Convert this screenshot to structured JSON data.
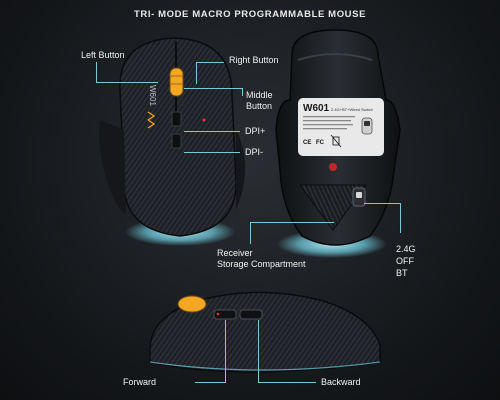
{
  "title": "TRI- MODE MACRO  PROGRAMMABLE MOUSE",
  "labels": {
    "left_button": "Left Button",
    "right_button": "Right Button",
    "middle_button_1": "Middle",
    "middle_button_2": "Button",
    "dpi_plus": "DPI+",
    "dpi_minus": "DPI-",
    "receiver_1": "Receiver",
    "receiver_2": "Storage Compartment",
    "mode_1": "2.4G",
    "mode_2": "OFF",
    "mode_3": "BT",
    "forward": "Forward",
    "backward": "Backward"
  },
  "product": {
    "model": "W601",
    "subtitle": "2.4G+BT+Wired Switch",
    "side_logo": "W601"
  },
  "colors": {
    "accent_orange": "#f5a623",
    "accent_cyan": "#7fe9ff",
    "body_dark": "#1d2024",
    "body_stripe": "#2c3036",
    "label_plate": "#e9e9e9",
    "leader_line": "#7fc6d6"
  },
  "icons": [
    "ce-mark-icon",
    "fcc-mark-icon",
    "recycle-bin-icon",
    "slide-switch-icon"
  ]
}
